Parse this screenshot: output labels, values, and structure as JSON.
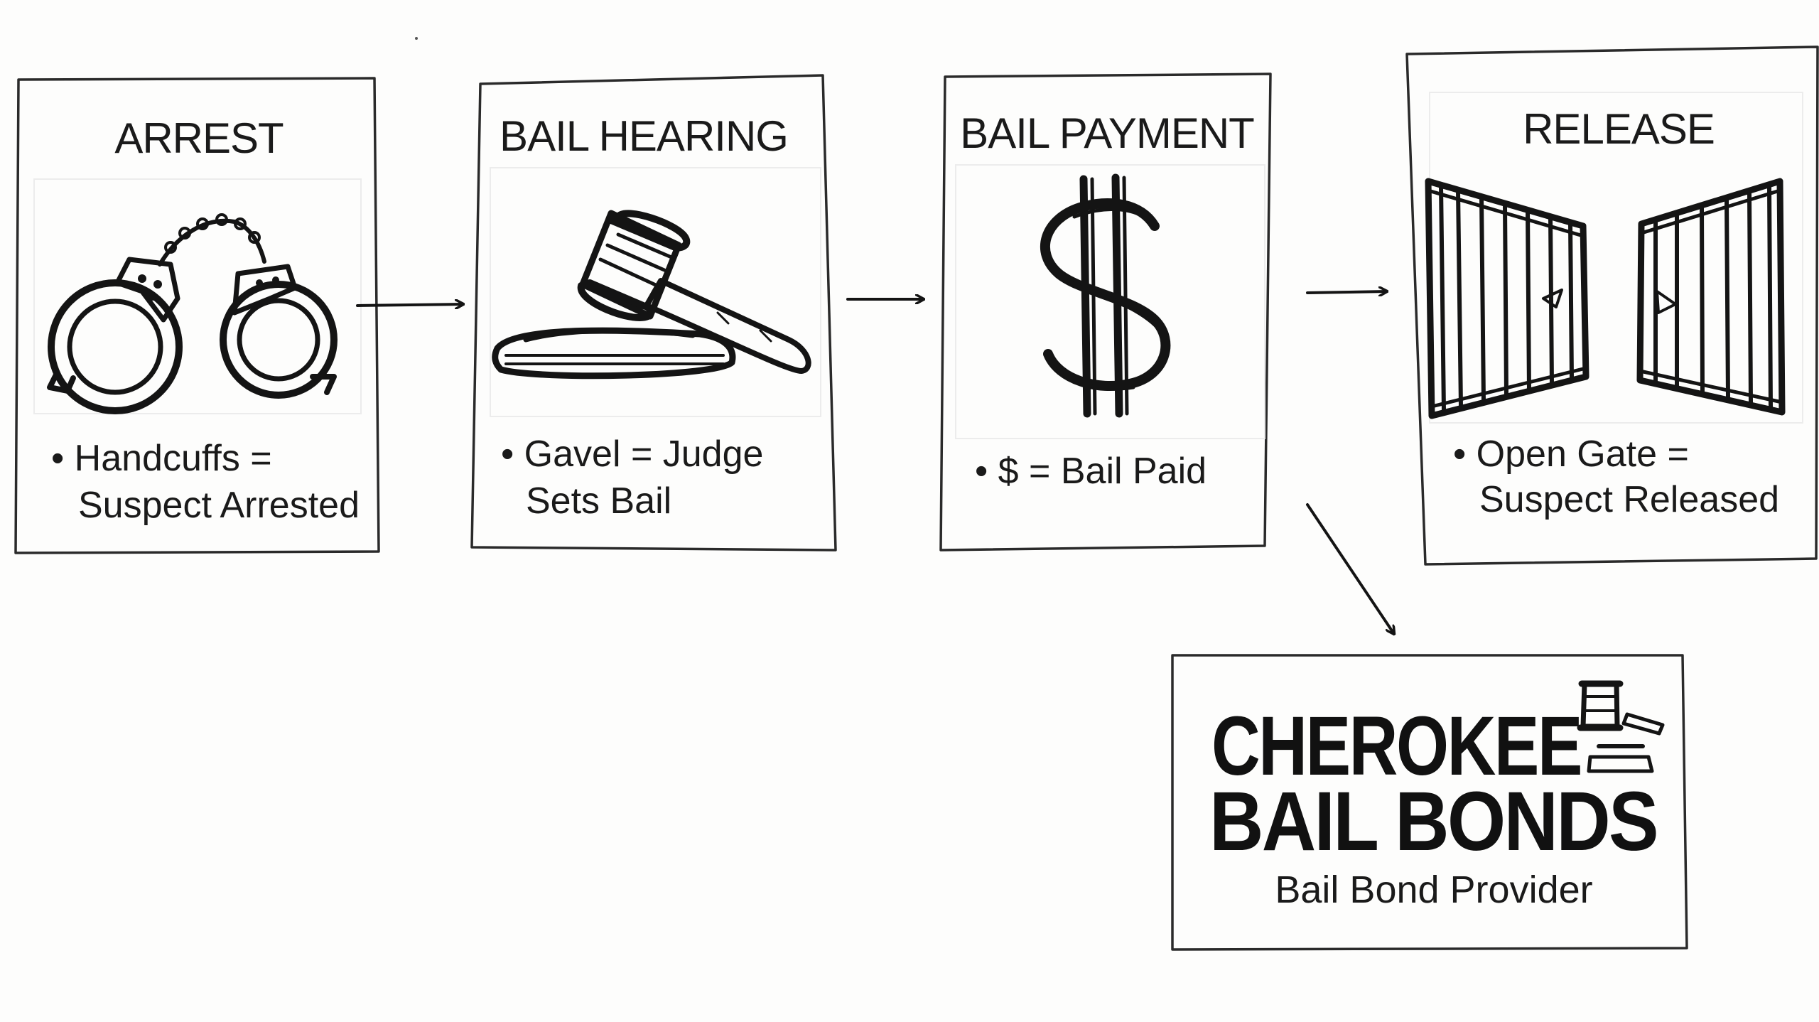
{
  "steps": [
    {
      "title": "ARREST",
      "caption_lines": [
        "• Handcuffs =",
        "Suspect Arrested"
      ],
      "icon": "handcuffs-icon"
    },
    {
      "title": "BAIL HEARING",
      "caption_lines": [
        "• Gavel = Judge",
        "Sets Bail"
      ],
      "icon": "gavel-icon"
    },
    {
      "title": "BAIL PAYMENT",
      "caption_lines": [
        "• $ = Bail Paid"
      ],
      "icon": "dollar-icon"
    },
    {
      "title": "RELEASE",
      "caption_lines": [
        "• Open Gate =",
        "Suspect Released"
      ],
      "icon": "open-gate-icon"
    }
  ],
  "provider": {
    "name_line1": "CHEROKEE",
    "name_line2": "BAIL BONDS",
    "subtitle": "Bail Bond Provider",
    "icon": "gavel-icon"
  }
}
